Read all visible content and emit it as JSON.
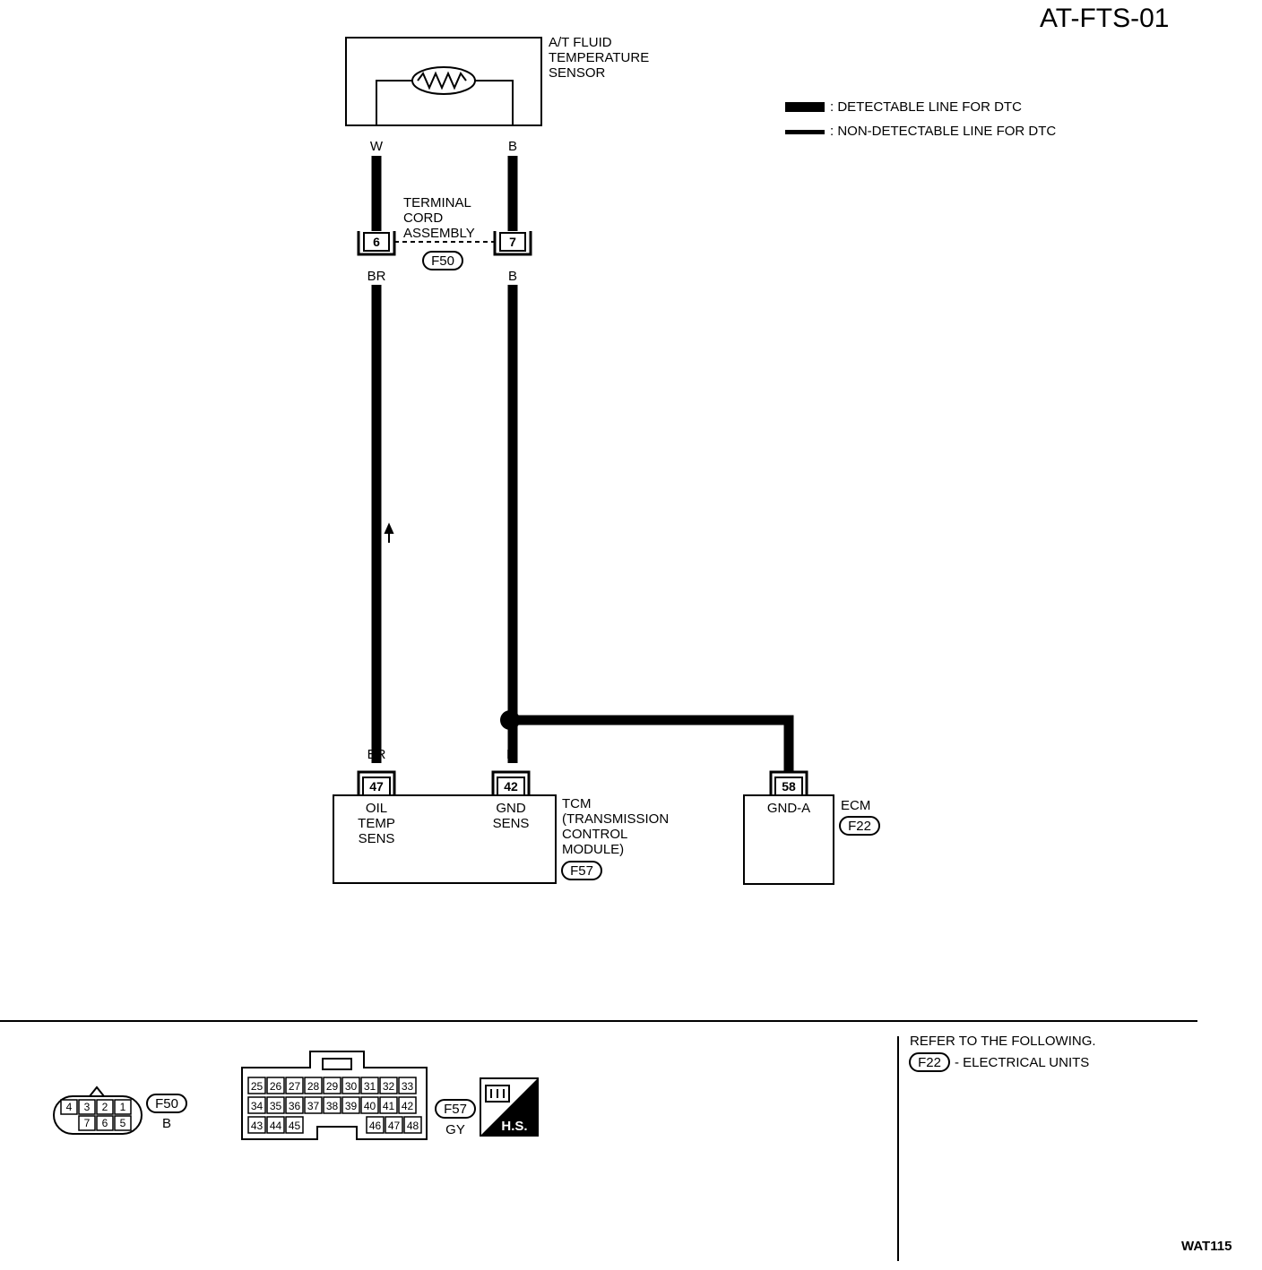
{
  "page_code": "AT-FTS-01",
  "legend": {
    "detectable": ": DETECTABLE LINE FOR DTC",
    "non_detectable": ": NON-DETECTABLE LINE FOR DTC"
  },
  "sensor": {
    "label_lines": [
      "A/T FLUID",
      "TEMPERATURE",
      "SENSOR"
    ]
  },
  "wire_colors": {
    "w": "W",
    "b": "B",
    "br": "BR"
  },
  "terminal_cord": {
    "label_lines": [
      "TERMINAL",
      "CORD",
      "ASSEMBLY"
    ],
    "pin_left": "6",
    "pin_right": "7",
    "connector": "F50"
  },
  "tcm": {
    "label_lines": [
      "TCM",
      "(TRANSMISSION",
      "CONTROL",
      "MODULE)"
    ],
    "connector": "F57",
    "pin_oil": "47",
    "pin_gnd": "42",
    "oil_label_lines": [
      "OIL",
      "TEMP",
      "SENS"
    ],
    "gnd_label_lines": [
      "GND",
      "SENS"
    ]
  },
  "ecm": {
    "label": "ECM",
    "connector": "F22",
    "pin": "58",
    "pin_label": "GND-A"
  },
  "connector_views": {
    "f50": {
      "id": "F50",
      "color": "B",
      "top_pins": [
        "4",
        "3",
        "2",
        "1"
      ],
      "bottom_pins": [
        "7",
        "6",
        "5"
      ]
    },
    "f57": {
      "id": "F57",
      "color": "GY",
      "row1": [
        "25",
        "26",
        "27",
        "28",
        "29",
        "30",
        "31",
        "32",
        "33"
      ],
      "row2": [
        "34",
        "35",
        "36",
        "37",
        "38",
        "39",
        "40",
        "41",
        "42"
      ],
      "row3_left": [
        "43",
        "44",
        "45"
      ],
      "row3_right": [
        "46",
        "47",
        "48"
      ]
    },
    "hs_label": "H.S."
  },
  "refer": {
    "heading": "REFER TO THE FOLLOWING.",
    "item_connector": "F22",
    "item_text": "- ELECTRICAL UNITS"
  },
  "figure_code": "WAT115"
}
